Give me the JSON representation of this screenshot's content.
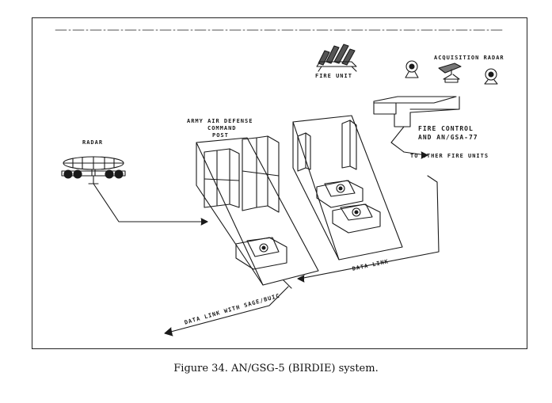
{
  "figure": {
    "caption": "Figure 34.  AN/GSG-5 (BIRDIE) system.",
    "labels": {
      "radar": "RADAR",
      "fire_unit": "FIRE UNIT",
      "acquisition_radar": "ACQUISITION RADAR",
      "command_post_line1": "ARMY AIR DEFENSE",
      "command_post_line2": "COMMAND",
      "command_post_line3": "POST",
      "fire_control_line1": "FIRE CONTROL",
      "fire_control_line2": "AND AN/GSA-77",
      "other_fire_units": "TO OTHER FIRE UNITS",
      "data_link": "DATA LINK",
      "data_link_sage": "DATA LINK WITH SAGE/BUIC"
    }
  },
  "colors": {
    "ink": "#1a1a1a",
    "paper": "#ffffff"
  }
}
